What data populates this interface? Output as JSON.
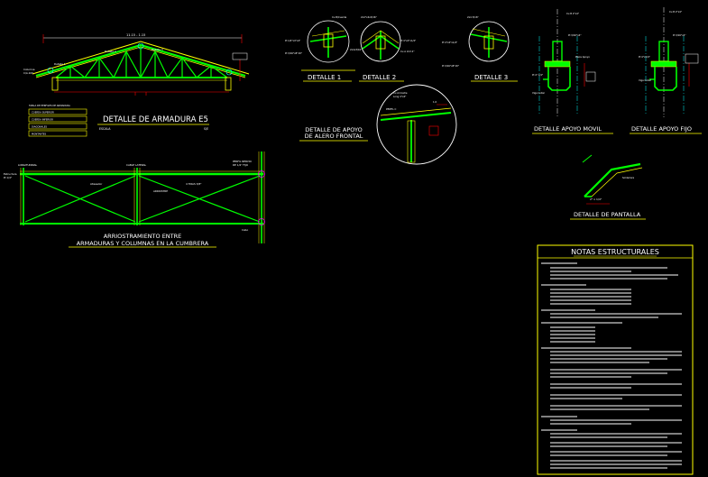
{
  "titles": {
    "armadura": "DETALLE DE ARMADURA E5",
    "escala": "ESCALA",
    "escala_val": "S/E",
    "arriostramiento_1": "ARRIOSTRAMIENTO ENTRE",
    "arriostramiento_2": "ARMADURAS Y COLUMNAS EN LA CUMBRERA",
    "detalle_1": "DETALLE 1",
    "detalle_2": "DETALLE 2",
    "detalle_3": "DETALLE 3",
    "apoyo_alero_1": "DETALLE DE APOYO",
    "apoyo_alero_2": "DE ALERO FRONTAL",
    "apoyo_movil": "DETALLE APOYO MOVIL",
    "apoyo_fijo": "DETALLE APOYO FIJO",
    "pantalla": "DETALLE DE PANTALLA"
  },
  "notes": {
    "header": "NOTAS ESTRUCTURALES"
  },
  "colors": {
    "background": "#000000",
    "member": "#00ff00",
    "outline": "#ffff00",
    "dimension": "#ff0000",
    "cyan": "#00ffff",
    "magenta": "#ff00ff",
    "text": "#ffffff"
  }
}
